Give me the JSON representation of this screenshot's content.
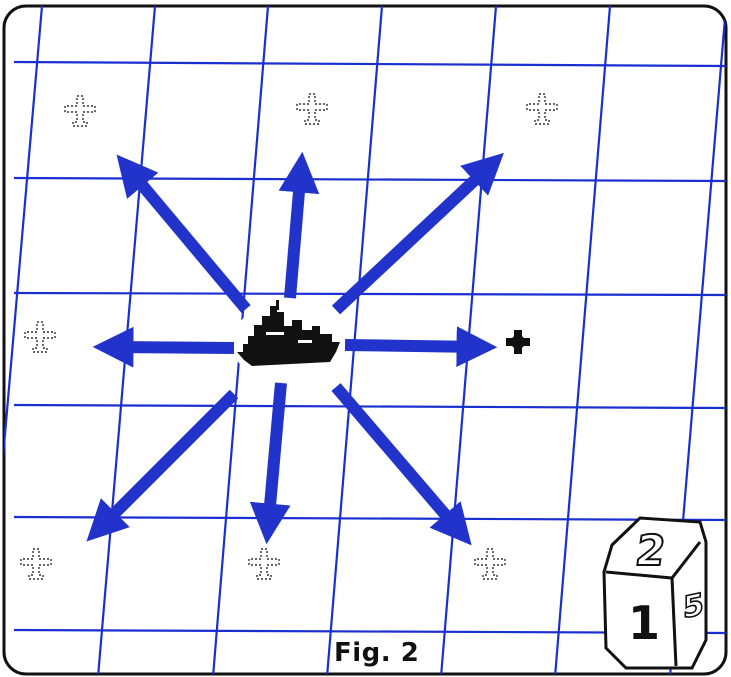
{
  "figure": {
    "caption": "Fig. 2"
  },
  "colors": {
    "grid": "#1a2fd0",
    "arrow": "#2233cc",
    "ink": "#111111",
    "paper": "#ffffff"
  },
  "pieces": {
    "ship": {
      "icon": "battleship-silhouette-icon"
    },
    "enemy_plane": {
      "icon": "solid-plane-icon"
    },
    "ghost_planes": {
      "icon": "dotted-plane-outline-icon",
      "count": 7
    }
  },
  "movement": {
    "directions": [
      "up",
      "up-right",
      "right",
      "down-right",
      "down",
      "down-left",
      "left",
      "up-left"
    ]
  },
  "die": {
    "faces": [
      "2",
      "1",
      "5"
    ]
  }
}
